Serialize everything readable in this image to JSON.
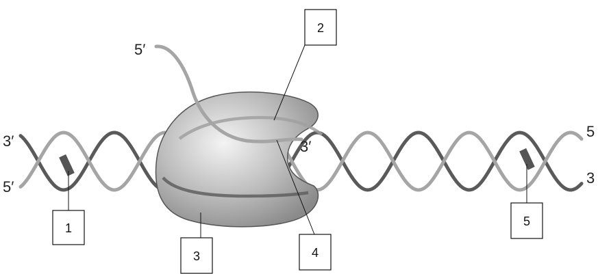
{
  "diagram": {
    "strand_ends": {
      "top_left": "3′",
      "bottom_left": "5′",
      "top_right": "5",
      "bottom_right": "3",
      "rna_start": "5′",
      "rna_end": "3′"
    },
    "labels": [
      "1",
      "2",
      "3",
      "4",
      "5"
    ]
  },
  "colors": {
    "dark_strand": "#5a5a5a",
    "light_strand": "#a5a5a5",
    "enzyme_light": "#efefef",
    "enzyme_dark": "#8a8a8a",
    "marker": "#555555"
  }
}
